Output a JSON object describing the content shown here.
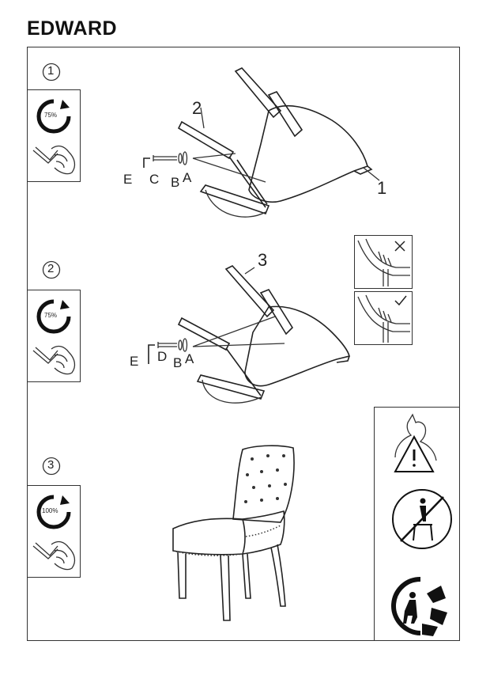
{
  "title": "EDWARD",
  "steps": [
    {
      "number": "1",
      "tightness": "75%",
      "labels": {
        "part_leg": "2",
        "part_seat": "1",
        "bolt": "C",
        "washer_b": "B",
        "washer_a": "A",
        "key": "E"
      }
    },
    {
      "number": "2",
      "tightness": "75%",
      "labels": {
        "part_leg": "3",
        "bolt": "D",
        "washer_b": "B",
        "washer_a": "A",
        "key": "E"
      }
    },
    {
      "number": "3",
      "tightness": "100%"
    }
  ],
  "icons": [
    "circular-arrow-icon",
    "allen-key-hand-icon",
    "warning-person-icon",
    "no-standing-on-chair-icon",
    "recycling-person-icon",
    "cross-mark-icon",
    "check-mark-icon"
  ]
}
